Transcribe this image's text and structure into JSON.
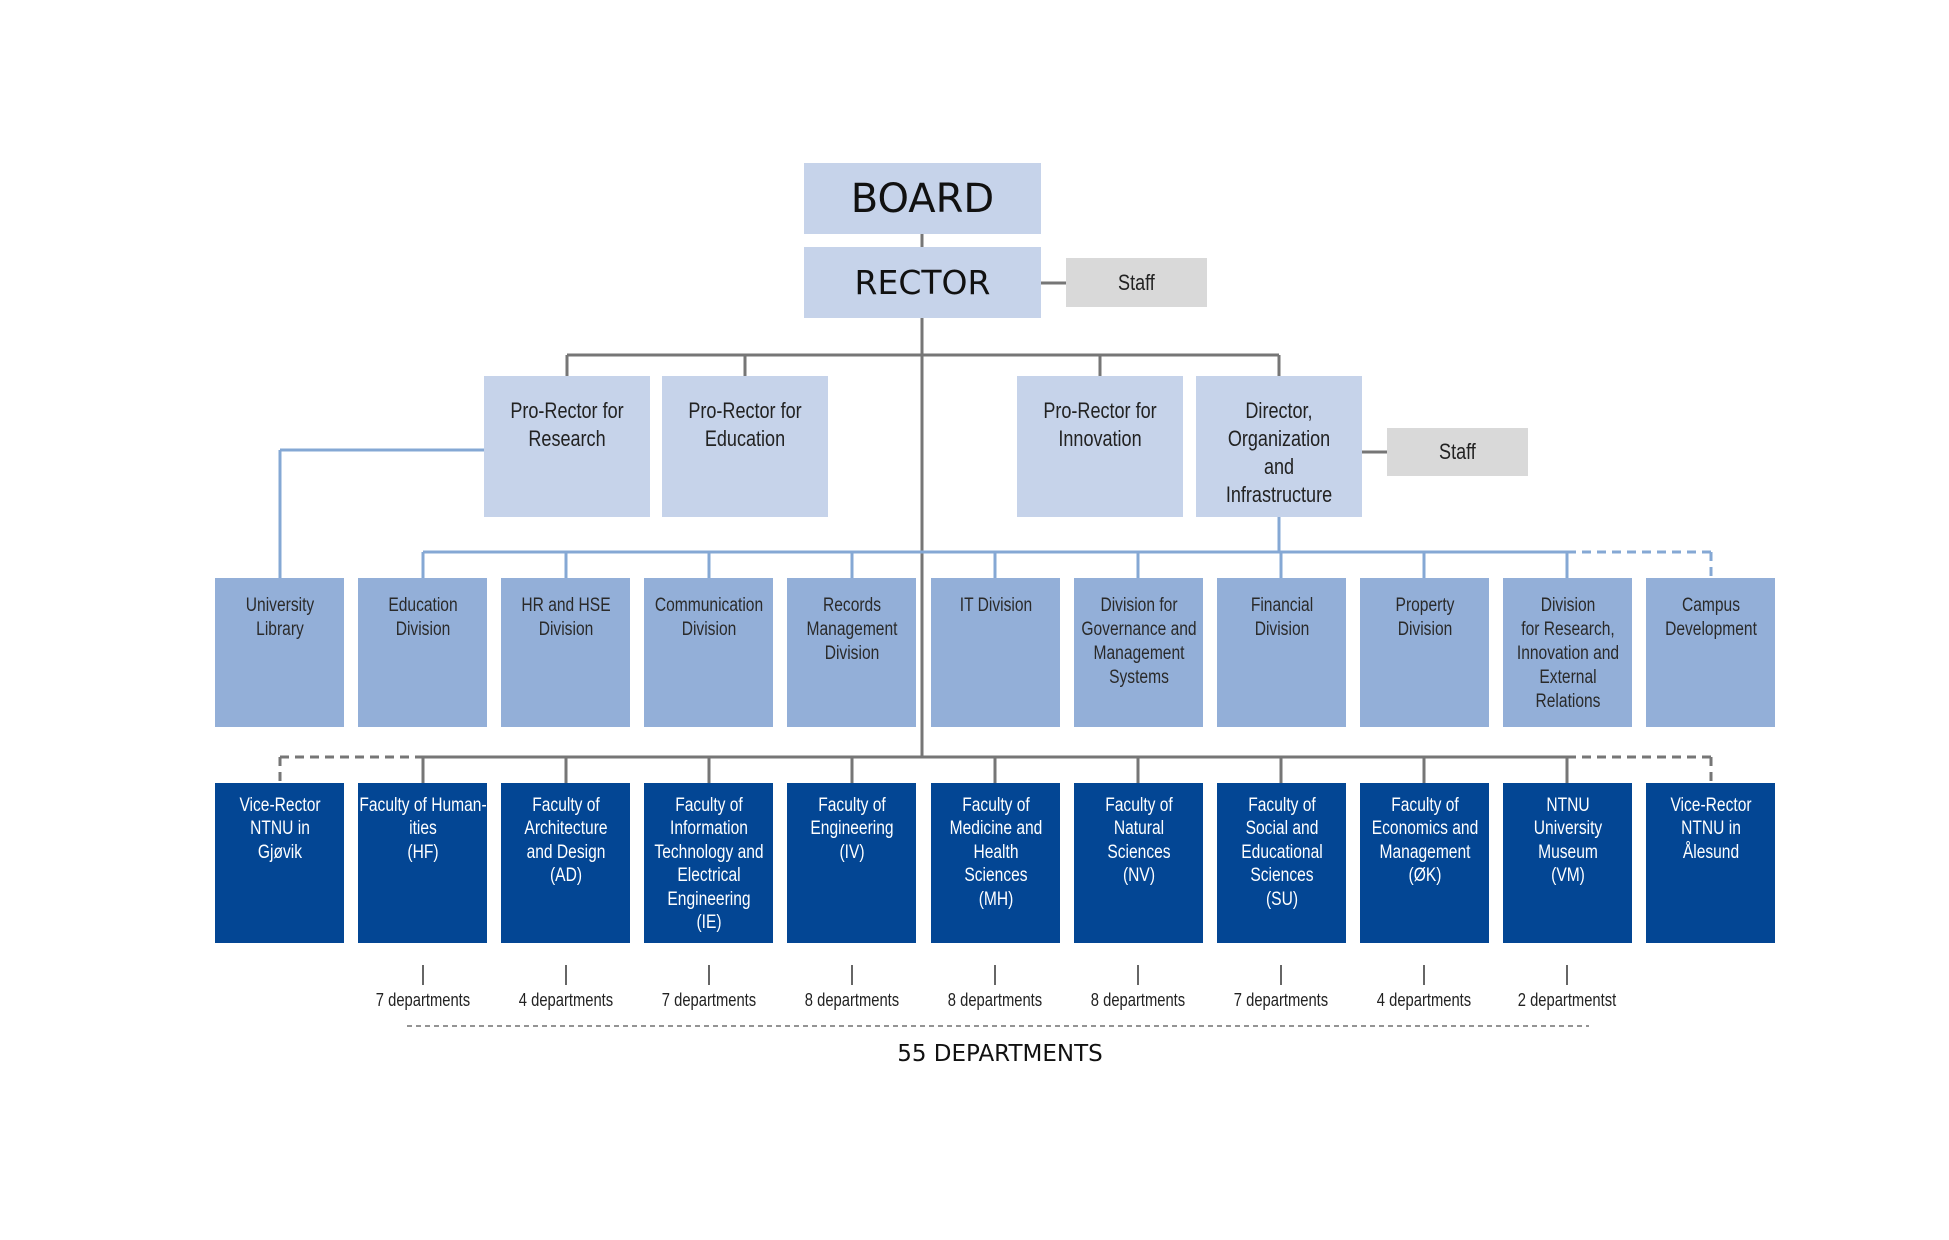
{
  "title": "NTNU organization chart",
  "colors": {
    "board_fill": "#c6d3ea",
    "staff_fill": "#d9d9d9",
    "division_fill": "#93afd8",
    "faculty_fill": "#034694",
    "gray_line": "#767676",
    "blue_line": "#85a8d4"
  },
  "board": {
    "label": "BOARD"
  },
  "rector": {
    "label": "RECTOR"
  },
  "rector_staff": {
    "label": "Staff"
  },
  "pro_rectors": [
    {
      "id": "research",
      "label": "Pro-Rector for\nResearch"
    },
    {
      "id": "education",
      "label": "Pro-Rector for\nEducation"
    },
    {
      "id": "innovation",
      "label": "Pro-Rector for\nInnovation"
    },
    {
      "id": "director",
      "label": "Director,\nOrganization and\nInfrastructure"
    }
  ],
  "director_staff": {
    "label": "Staff"
  },
  "divisions": [
    {
      "label": "University\nLibrary",
      "reports_to": "Pro-Rector for Research",
      "link": "solid"
    },
    {
      "label": "Education\nDivision",
      "reports_to": "Director, Organization and Infrastructure",
      "link": "solid"
    },
    {
      "label": "HR and HSE\nDivision",
      "reports_to": "Director, Organization and Infrastructure",
      "link": "solid"
    },
    {
      "label": "Communication\nDivision",
      "reports_to": "Director, Organization and Infrastructure",
      "link": "solid"
    },
    {
      "label": "Records\nManagement\nDivision",
      "reports_to": "Director, Organization and Infrastructure",
      "link": "solid"
    },
    {
      "label": "IT Division",
      "reports_to": "Director, Organization and Infrastructure",
      "link": "solid"
    },
    {
      "label": "Division for\nGovernance and\nManagement\nSystems",
      "reports_to": "Director, Organization and Infrastructure",
      "link": "solid"
    },
    {
      "label": "Financial\nDivision",
      "reports_to": "Director, Organization and Infrastructure",
      "link": "solid"
    },
    {
      "label": "Property\nDivision",
      "reports_to": "Director, Organization and Infrastructure",
      "link": "solid"
    },
    {
      "label": "Division\nfor Research,\nInnovation and\nExternal\nRelations",
      "reports_to": "Director, Organization and Infrastructure",
      "link": "solid"
    },
    {
      "label": "Campus\nDevelopment",
      "reports_to": "Director, Organization and Infrastructure",
      "link": "dashed"
    }
  ],
  "faculties": [
    {
      "label": "Vice-Rector\nNTNU in\nGjøvik",
      "link": "dashed",
      "departments": null
    },
    {
      "label": "Faculty of Human-\nities\n(HF)",
      "link": "solid",
      "departments": "7 departments"
    },
    {
      "label": "Faculty of\nArchitecture\nand Design\n(AD)",
      "link": "solid",
      "departments": "4 departments"
    },
    {
      "label": "Faculty of\nInformation\nTechnology and\nElectrical\nEngineering\n(IE)",
      "link": "solid",
      "departments": "7 departments"
    },
    {
      "label": "Faculty of\nEngineering\n(IV)",
      "link": "solid",
      "departments": "8 departments"
    },
    {
      "label": "Faculty of\nMedicine and\nHealth\nSciences\n(MH)",
      "link": "solid",
      "departments": "8 departments"
    },
    {
      "label": "Faculty of\nNatural\nSciences\n(NV)",
      "link": "solid",
      "departments": "8 departments"
    },
    {
      "label": "Faculty of\nSocial and\nEducational\nSciences\n(SU)",
      "link": "solid",
      "departments": "7 departments"
    },
    {
      "label": "Faculty of\nEconomics and\nManagement\n(ØK)",
      "link": "solid",
      "departments": "4 departments"
    },
    {
      "label": "NTNU\nUniversity\nMuseum\n(VM)",
      "link": "solid",
      "departments": "2 departmentst"
    },
    {
      "label": "Vice-Rector\nNTNU in\nÅlesund",
      "link": "dashed",
      "departments": null
    }
  ],
  "total_departments": "55 DEPARTMENTS"
}
